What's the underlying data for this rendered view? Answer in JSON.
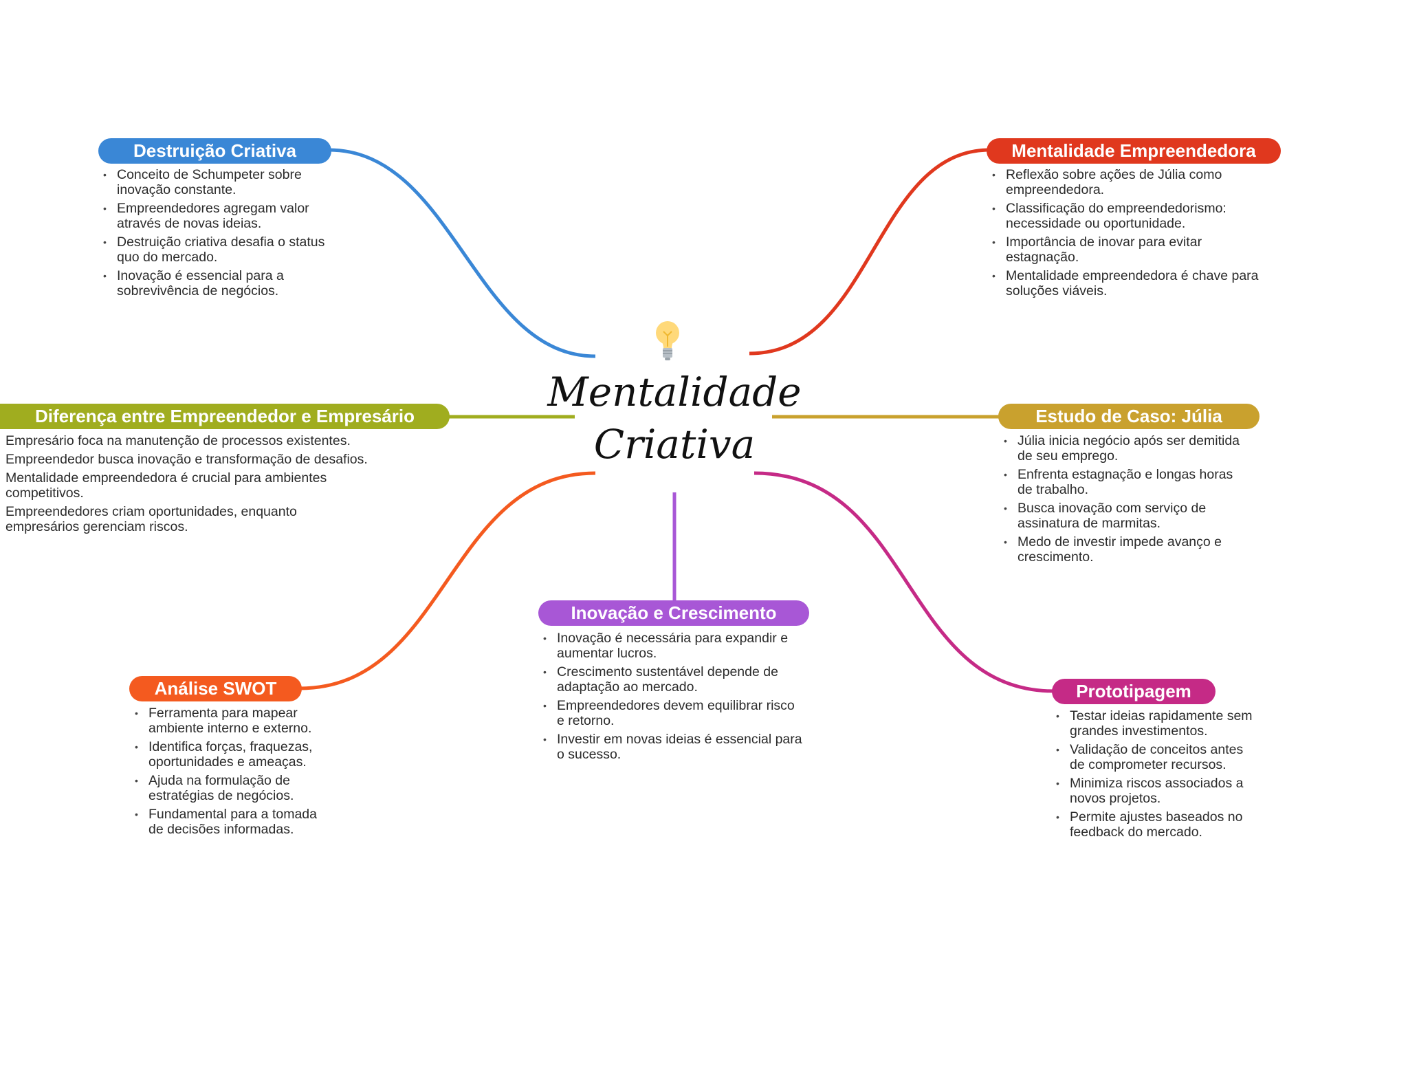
{
  "center": {
    "line1": "Mentalidade",
    "line2": "Criativa",
    "icon": "lightbulb-icon"
  },
  "colors": {
    "destruicao": "#3a87d6",
    "mentalidade": "#e0381e",
    "diferenca": "#a0ad1f",
    "estudo": "#c9a12e",
    "swot": "#f45a1f",
    "inovacao": "#a857d6",
    "prototipagem": "#c52a86"
  },
  "branches": {
    "destruicao": {
      "title": "Destruição Criativa",
      "items": [
        "Conceito de Schumpeter sobre inovação constante.",
        "Empreendedores agregam valor através de novas ideias.",
        "Destruição criativa desafia o status quo do mercado.",
        "Inovação é essencial para a sobrevivência de negócios."
      ]
    },
    "mentalidade": {
      "title": "Mentalidade Empreendedora",
      "items": [
        "Reflexão sobre ações de Júlia como empreendedora.",
        "Classificação do empreendedorismo: necessidade ou oportunidade.",
        "Importância de inovar para evitar estagnação.",
        "Mentalidade empreendedora é chave para soluções viáveis."
      ]
    },
    "diferenca": {
      "title": "Diferença entre Empreendedor e Empresário",
      "items": [
        "Empresário foca na manutenção de processos existentes.",
        "Empreendedor busca inovação e transformação de desafios.",
        "Mentalidade empreendedora é crucial para ambientes competitivos.",
        "Empreendedores criam oportunidades, enquanto empresários gerenciam riscos."
      ]
    },
    "estudo": {
      "title": "Estudo de Caso: Júlia",
      "items": [
        "Júlia inicia negócio após ser demitida de seu emprego.",
        "Enfrenta estagnação e longas horas de trabalho.",
        "Busca inovação com serviço de assinatura de marmitas.",
        "Medo de investir impede avanço e crescimento."
      ]
    },
    "swot": {
      "title": "Análise SWOT",
      "items": [
        "Ferramenta para mapear ambiente interno e externo.",
        "Identifica forças, fraquezas, oportunidades e ameaças.",
        "Ajuda na formulação de estratégias de negócios.",
        "Fundamental para a tomada de decisões informadas."
      ]
    },
    "inovacao": {
      "title": "Inovação e Crescimento",
      "items": [
        "Inovação é necessária para expandir e aumentar lucros.",
        "Crescimento sustentável depende de adaptação ao mercado.",
        "Empreendedores devem equilibrar risco e retorno.",
        "Investir em novas ideias é essencial para o sucesso."
      ]
    },
    "prototipagem": {
      "title": "Prototipagem",
      "items": [
        "Testar ideias rapidamente sem grandes investimentos.",
        "Validação de conceitos antes de comprometer recursos.",
        "Minimiza riscos associados a novos projetos.",
        "Permite ajustes baseados no feedback do mercado."
      ]
    }
  }
}
